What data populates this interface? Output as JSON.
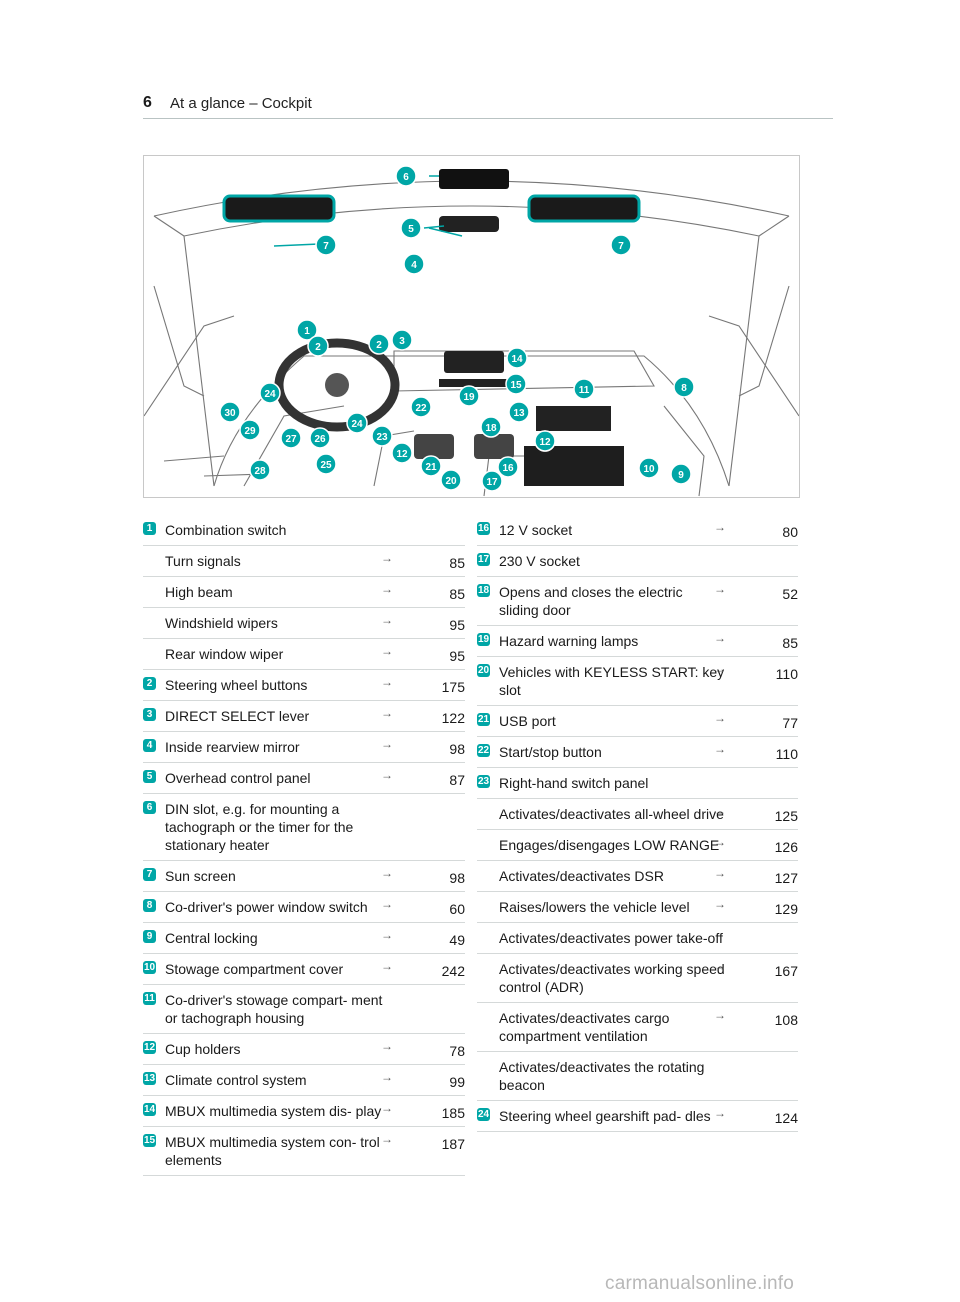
{
  "header": {
    "page_number": "6",
    "title": "At a glance – Cockpit"
  },
  "figure": {
    "callouts": [
      {
        "n": "1"
      },
      {
        "n": "2"
      },
      {
        "n": "2"
      },
      {
        "n": "3"
      },
      {
        "n": "4"
      },
      {
        "n": "5"
      },
      {
        "n": "6"
      },
      {
        "n": "7"
      },
      {
        "n": "7"
      },
      {
        "n": "8"
      },
      {
        "n": "9"
      },
      {
        "n": "10"
      },
      {
        "n": "11"
      },
      {
        "n": "12"
      },
      {
        "n": "12"
      },
      {
        "n": "12"
      },
      {
        "n": "13"
      },
      {
        "n": "14"
      },
      {
        "n": "15"
      },
      {
        "n": "16"
      },
      {
        "n": "17"
      },
      {
        "n": "18"
      },
      {
        "n": "19"
      },
      {
        "n": "20"
      },
      {
        "n": "21"
      },
      {
        "n": "22"
      },
      {
        "n": "23"
      },
      {
        "n": "24"
      },
      {
        "n": "24"
      },
      {
        "n": "25"
      },
      {
        "n": "26"
      },
      {
        "n": "27"
      },
      {
        "n": "28"
      },
      {
        "n": "29"
      },
      {
        "n": "30"
      }
    ]
  },
  "left_column": [
    {
      "num": "1",
      "label": "Combination switch",
      "arrow": "",
      "page": ""
    },
    {
      "num": "",
      "label": "Turn signals",
      "arrow": "→",
      "page": "85"
    },
    {
      "num": "",
      "label": "High beam",
      "arrow": "→",
      "page": "85"
    },
    {
      "num": "",
      "label": "Windshield wipers",
      "arrow": "→",
      "page": "95"
    },
    {
      "num": "",
      "label": "Rear window wiper",
      "arrow": "→",
      "page": "95"
    },
    {
      "num": "2",
      "label": "Steering wheel buttons",
      "arrow": "→",
      "page": "175"
    },
    {
      "num": "3",
      "label": "DIRECT SELECT lever",
      "arrow": "→",
      "page": "122"
    },
    {
      "num": "4",
      "label": "Inside rearview mirror",
      "arrow": "→",
      "page": "98"
    },
    {
      "num": "5",
      "label": "Overhead control panel",
      "arrow": "→",
      "page": "87"
    },
    {
      "num": "6",
      "label": "DIN slot, e.g. for mounting a tachograph or the timer for the stationary heater",
      "arrow": "",
      "page": ""
    },
    {
      "num": "7",
      "label": "Sun screen",
      "arrow": "→",
      "page": "98"
    },
    {
      "num": "8",
      "label": "Co-driver's power window switch",
      "arrow": "→",
      "page": "60"
    },
    {
      "num": "9",
      "label": "Central locking",
      "arrow": "→",
      "page": "49"
    },
    {
      "num": "10",
      "label": "Stowage compartment cover",
      "arrow": "→",
      "page": "242"
    },
    {
      "num": "11",
      "label": "Co-driver's stowage compart- ment or tachograph housing",
      "arrow": "",
      "page": ""
    },
    {
      "num": "12",
      "label": "Cup holders",
      "arrow": "→",
      "page": "78"
    },
    {
      "num": "13",
      "label": "Climate control system",
      "arrow": "→",
      "page": "99"
    },
    {
      "num": "14",
      "label": "MBUX multimedia system dis- play",
      "arrow": "→",
      "page": "185"
    },
    {
      "num": "15",
      "label": "MBUX multimedia system con- trol elements",
      "arrow": "→",
      "page": "187"
    }
  ],
  "right_column": [
    {
      "num": "16",
      "label": "12 V socket",
      "arrow": "→",
      "page": "80"
    },
    {
      "num": "17",
      "label": "230 V socket",
      "arrow": "",
      "page": ""
    },
    {
      "num": "18",
      "label": "Opens and closes the electric sliding door",
      "arrow": "→",
      "page": "52"
    },
    {
      "num": "19",
      "label": "Hazard warning lamps",
      "arrow": "→",
      "page": "85"
    },
    {
      "num": "20",
      "label": "Vehicles with KEYLESS START: key slot",
      "arrow": "→",
      "page": "110"
    },
    {
      "num": "21",
      "label": "USB port",
      "arrow": "→",
      "page": "77"
    },
    {
      "num": "22",
      "label": "Start/stop button",
      "arrow": "→",
      "page": "110"
    },
    {
      "num": "23",
      "label": "Right-hand switch panel",
      "arrow": "",
      "page": ""
    },
    {
      "num": "",
      "label": "Activates/deactivates all-wheel drive",
      "arrow": "→",
      "page": "125"
    },
    {
      "num": "",
      "label": "Engages/disengages LOW RANGE",
      "arrow": "→",
      "page": "126"
    },
    {
      "num": "",
      "label": "Activates/deactivates DSR",
      "arrow": "→",
      "page": "127"
    },
    {
      "num": "",
      "label": "Raises/lowers the vehicle level",
      "arrow": "→",
      "page": "129"
    },
    {
      "num": "",
      "label": "Activates/deactivates power take-off",
      "arrow": "",
      "page": ""
    },
    {
      "num": "",
      "label": "Activates/deactivates working speed control (ADR)",
      "arrow": "→",
      "page": "167"
    },
    {
      "num": "",
      "label": "Activates/deactivates cargo compartment ventilation",
      "arrow": "→",
      "page": "108"
    },
    {
      "num": "",
      "label": "Activates/deactivates the rotating beacon",
      "arrow": "",
      "page": ""
    },
    {
      "num": "24",
      "label": "Steering wheel gearshift pad- dles",
      "arrow": "→",
      "page": "124"
    }
  ],
  "watermark": "carmanualsonline.info",
  "colors": {
    "accent": "#00a6a6",
    "rule": "#d5d9d9"
  }
}
